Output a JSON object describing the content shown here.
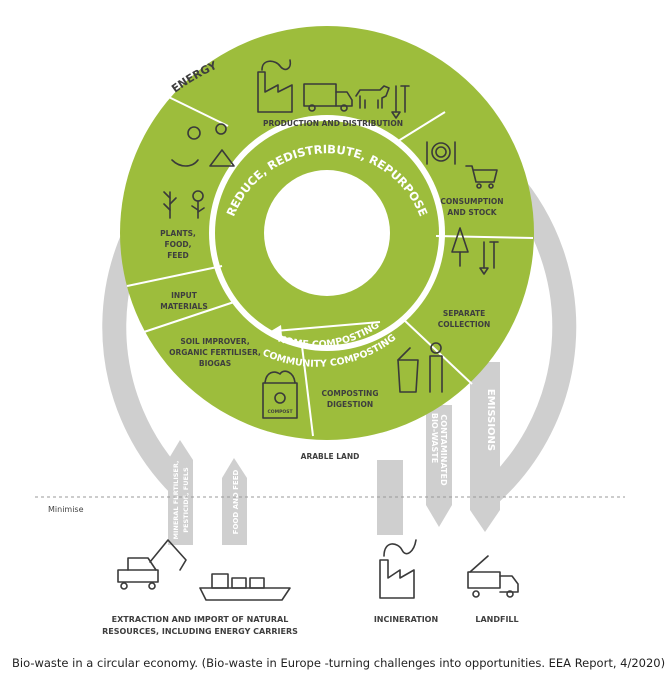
{
  "ring": {
    "energy": "ENERGY",
    "arable_land": "ARABLE LAND",
    "inner_top": "REDUCE, REDISTRIBUTE, REPURPOSE",
    "home_composting": "HOME COMPOSTING",
    "community_composting": "COMMUNITY COMPOSTING"
  },
  "segments": {
    "production": "PRODUCTION AND DISTRIBUTION",
    "consumption_1": "CONSUMPTION",
    "consumption_2": "AND STOCK",
    "separate_1": "SEPARATE",
    "separate_2": "COLLECTION",
    "composting_1": "COMPOSTING",
    "composting_2": "DIGESTION",
    "soil_1": "SOIL IMPROVER,",
    "soil_2": "ORGANIC FERTILISER,",
    "soil_3": "BIOGAS",
    "input_1": "INPUT",
    "input_2": "MATERIALS",
    "plants_1": "PLANTS,",
    "plants_2": "FOOD,",
    "plants_3": "FEED",
    "compost_bag": "COMPOST"
  },
  "arrows": {
    "mineral_1": "MINERAL FERTILISER,",
    "mineral_2": "PESTICIDE, FUELS",
    "food_feed": "FOOD AND FEED",
    "contaminated_1": "CONTAMINATED",
    "contaminated_2": "BIO-WASTE",
    "emissions": "EMISSIONS"
  },
  "bottom": {
    "minimise": "Minimise",
    "extraction_1": "EXTRACTION AND IMPORT OF NATURAL",
    "extraction_2": "RESOURCES, INCLUDING ENERGY CARRIERS",
    "incineration": "INCINERATION",
    "landfill": "LANDFILL"
  },
  "caption": "Bio-waste in a circular economy. (Bio-waste in Europe -turning challenges into opportunities. EEA Report, 4/2020)",
  "colors": {
    "green": "#9dbd3c",
    "grey": "#cfcfcf",
    "dark": "#3a3a3a"
  }
}
